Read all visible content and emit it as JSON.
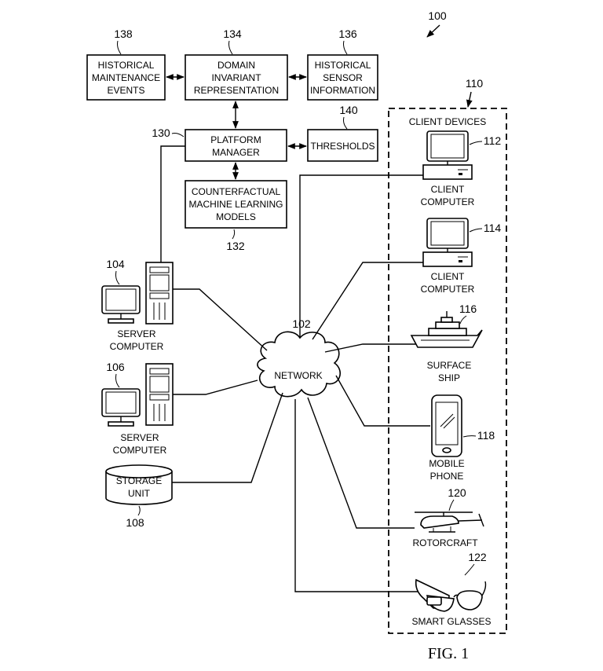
{
  "figure": {
    "ref_system": "100",
    "caption": "FIG. 1"
  },
  "boxes": {
    "historical_maintenance": {
      "ref": "138",
      "lines": [
        "HISTORICAL",
        "MAINTENANCE",
        "EVENTS"
      ]
    },
    "domain_invariant": {
      "ref": "134",
      "lines": [
        "DOMAIN",
        "INVARIANT",
        "REPRESENTATION"
      ]
    },
    "historical_sensor": {
      "ref": "136",
      "lines": [
        "HISTORICAL",
        "SENSOR",
        "INFORMATION"
      ]
    },
    "platform_manager": {
      "ref": "130",
      "lines": [
        "PLATFORM",
        "MANAGER"
      ]
    },
    "thresholds": {
      "ref": "140",
      "lines": [
        "THRESHOLDS"
      ]
    },
    "counterfactual_models": {
      "ref": "132",
      "lines": [
        "COUNTERFACTUAL",
        "MACHINE LEARNING",
        "MODELS"
      ]
    }
  },
  "network": {
    "ref": "102",
    "label": "NETWORK"
  },
  "servers": [
    {
      "ref": "104",
      "lines": [
        "SERVER",
        "COMPUTER"
      ]
    },
    {
      "ref": "106",
      "lines": [
        "SERVER",
        "COMPUTER"
      ]
    }
  ],
  "storage": {
    "ref": "108",
    "lines": [
      "STORAGE",
      "UNIT"
    ]
  },
  "client_group": {
    "ref": "110",
    "title": "CLIENT DEVICES"
  },
  "clients": [
    {
      "ref": "112",
      "lines": [
        "CLIENT",
        "COMPUTER"
      ]
    },
    {
      "ref": "114",
      "lines": [
        "CLIENT",
        "COMPUTER"
      ]
    },
    {
      "ref": "116",
      "lines": [
        "SURFACE",
        "SHIP"
      ]
    },
    {
      "ref": "118",
      "lines": [
        "MOBILE",
        "PHONE"
      ]
    },
    {
      "ref": "120",
      "lines": [
        "ROTORCRAFT"
      ]
    },
    {
      "ref": "122",
      "lines": [
        "SMART GLASSES"
      ]
    }
  ]
}
